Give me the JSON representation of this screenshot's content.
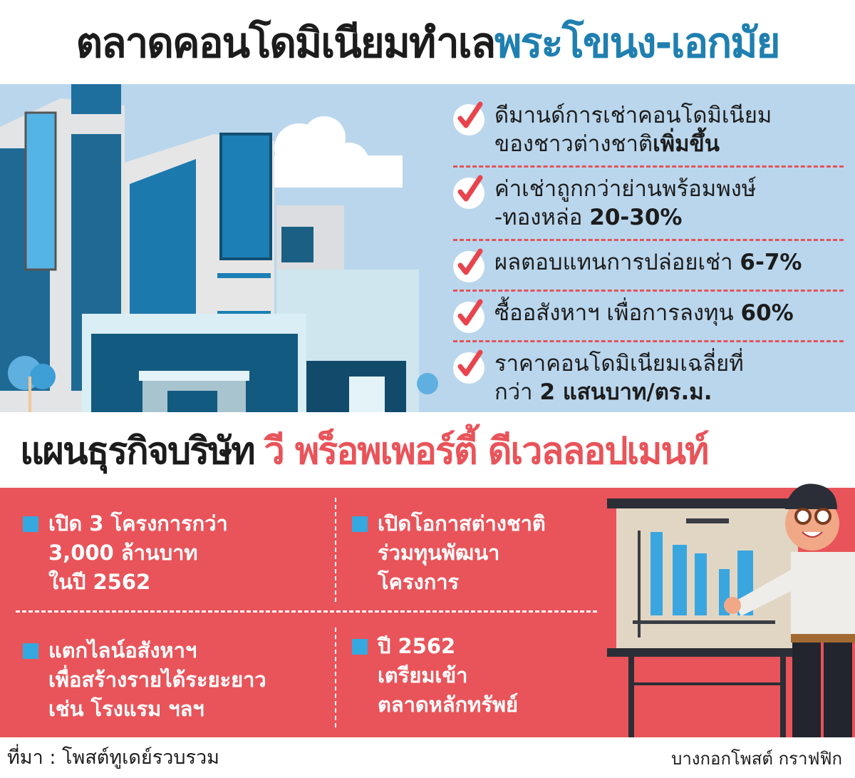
{
  "header": {
    "title_main": "ตลาดคอนโดมิเนียมทำเล",
    "title_accent": "พระโขนง-เอกมัย"
  },
  "market_points": [
    {
      "icon": "check-icon",
      "text": "ดีมานด์การเช่าคอนโดมิเนียม ของชาวต่างชาติ",
      "highlight": "เพิ่มขึ้น"
    },
    {
      "icon": "check-icon",
      "text": "ค่าเช่าถูกกว่าย่านพร้อมพงษ์ -ทองหล่อ ",
      "highlight": "20-30%"
    },
    {
      "icon": "check-icon",
      "text": "ผลตอบแทนการปล่อยเช่า ",
      "highlight": "6-7%"
    },
    {
      "icon": "check-icon",
      "text": "ซื้ออสังหาฯ เพื่อการลงทุน ",
      "highlight": "60%"
    },
    {
      "icon": "check-icon",
      "text": "ราคาคอนโดมิเนียมเฉลี่ยที่ กว่า ",
      "highlight": "2 แสนบาท/ตร.ม."
    }
  ],
  "business_plan": {
    "title_main": "แผนธุรกิจบริษัท",
    "title_accent": "วี พร็อพเพอร์ตี้ ดีเวลลอปเมนท์",
    "items": [
      {
        "icon": "square-bullet-icon",
        "lines": [
          "เปิด 3 โครงการกว่า",
          "3,000 ล้านบาท",
          "ในปี 2562"
        ]
      },
      {
        "icon": "square-bullet-icon",
        "lines": [
          "เปิดโอกาสต่างชาติ",
          "ร่วมทุนพัฒนา",
          "โครงการ"
        ]
      },
      {
        "icon": "square-bullet-icon",
        "lines": [
          "แตกไลน์อสังหาฯ",
          "เพื่อสร้างรายได้ระยะยาว",
          "เช่น โรงแรม ฯลฯ"
        ]
      },
      {
        "icon": "square-bullet-icon",
        "lines": [
          "ปี 2562",
          "เตรียมเข้า",
          "ตลาดหลักทรัพย์"
        ]
      }
    ]
  },
  "footer": {
    "source": "ที่มา : โพสต์ทูเดย์รวบรวม",
    "credit": "บางกอกโพสต์ กราฟฟิก"
  },
  "colors": {
    "accent_blue": "#1f7fb0",
    "accent_red": "#e8545a",
    "sky": "#bad6ec",
    "bullet_blue": "#34a9df"
  }
}
